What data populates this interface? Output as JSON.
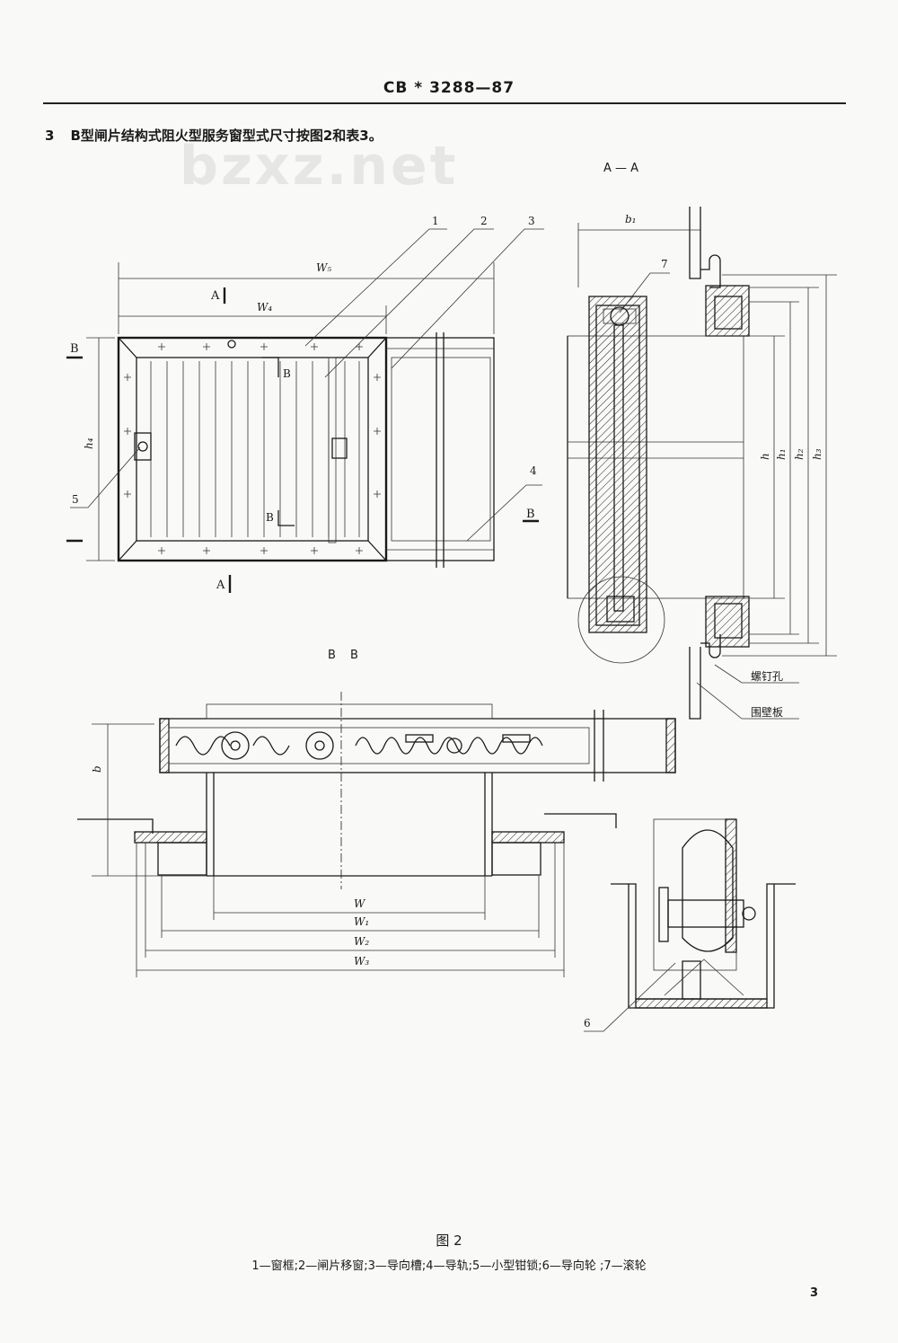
{
  "header": {
    "standard_code": "CB * 3288—87"
  },
  "clause": {
    "number": "3",
    "text": "B型闸片结构式阻火型服务窗型式尺寸按图2和表3。"
  },
  "watermark": "bzxz.net",
  "views": {
    "section_aa": "A — A",
    "section_bb": "B  B",
    "marker_a": "A",
    "marker_b": "B"
  },
  "dimensions": {
    "w": "W",
    "w1": "W₁",
    "w2": "W₂",
    "w3": "W₃",
    "w4": "W₄",
    "w5": "W₅",
    "h": "h",
    "h1": "h₁",
    "h2": "h₂",
    "h3": "h₃",
    "h4": "h₄",
    "b": "b",
    "b1": "b₁"
  },
  "callouts": [
    "1",
    "2",
    "3",
    "4",
    "5",
    "6",
    "7"
  ],
  "side_labels": {
    "screw_hole": "螺钉孔",
    "bulkhead": "围壁板"
  },
  "figure": {
    "title": "图  2",
    "legend": "1—窗框;2—闸片移窗;3—导向槽;4—导轨;5—小型钳锁;6—导向轮 ;7—滚轮"
  },
  "page_number": "3"
}
